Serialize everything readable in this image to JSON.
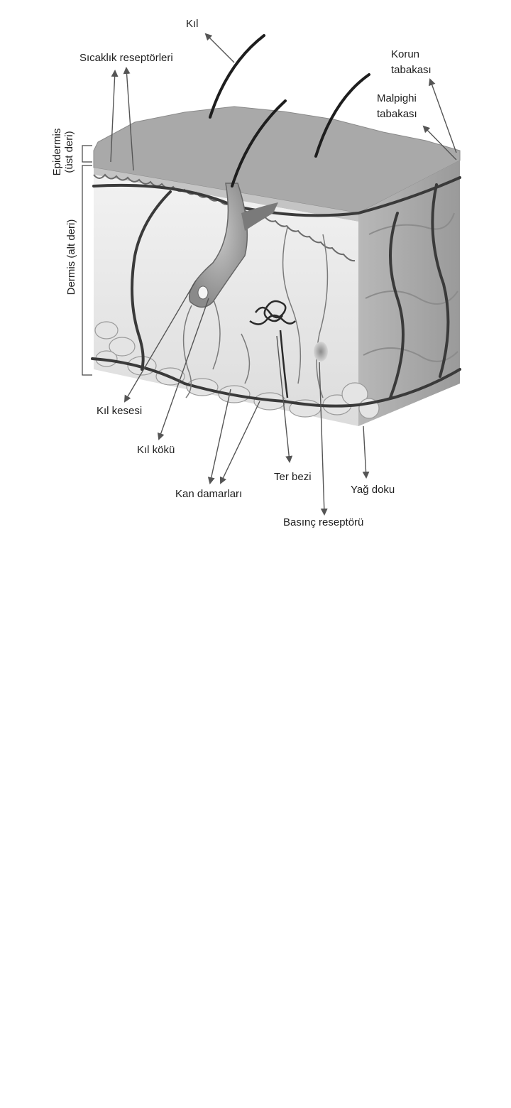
{
  "labels": {
    "kil": "Kıl",
    "sicaklik": "Sıcaklık reseptörleri",
    "korun_1": "Korun",
    "korun_2": "tabakası",
    "malpighi_1": "Malpighi",
    "malpighi_2": "tabakası",
    "epidermis_1": "Epidermis",
    "epidermis_2": "(üst deri)",
    "dermis": "Dermis (alt deri)",
    "kil_kesesi": "Kıl kesesi",
    "kil_koku": "Kıl kökü",
    "kan_damarlari": "Kan damarları",
    "ter_bezi": "Ter bezi",
    "yag_doku": "Yağ doku",
    "basinc": "Basınç reseptörü"
  }
}
